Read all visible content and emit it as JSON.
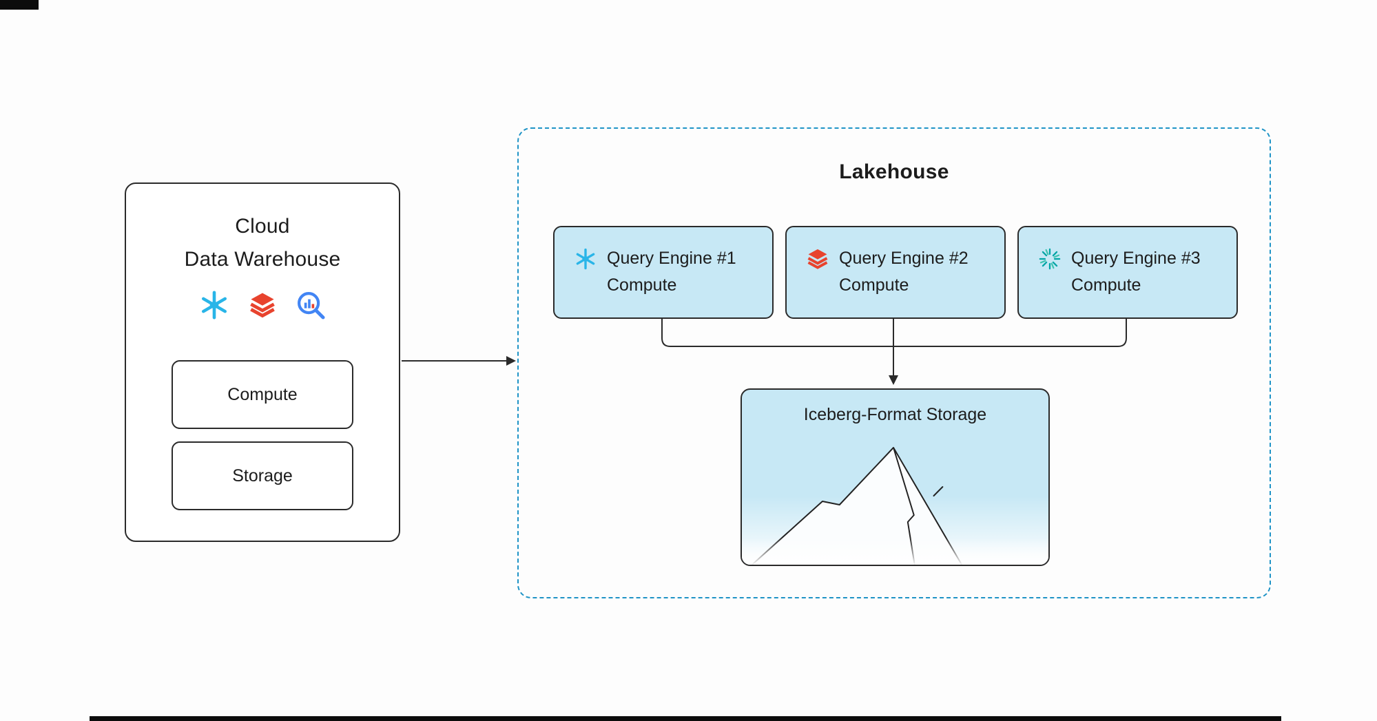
{
  "page": {
    "background": "#fdfdfd"
  },
  "warehouse": {
    "title_line1": "Cloud",
    "title_line2": "Data Warehouse",
    "compute_label": "Compute",
    "storage_label": "Storage",
    "icons": [
      "snowflake-icon",
      "databricks-icon",
      "query-magnifier-icon"
    ]
  },
  "lakehouse": {
    "title": "Lakehouse",
    "engines": [
      {
        "label": "Query Engine #1",
        "sublabel": "Compute",
        "icon": "snowflake-icon"
      },
      {
        "label": "Query Engine #2",
        "sublabel": "Compute",
        "icon": "databricks-icon"
      },
      {
        "label": "Query Engine #3",
        "sublabel": "Compute",
        "icon": "starburst-icon"
      }
    ],
    "storage_title": "Iceberg-Format Storage"
  },
  "colors": {
    "engine_box_fill": "#c7e8f5",
    "lakehouse_dashed_border": "#1e93c6",
    "outline": "#2a2a2a",
    "snowflake_icon": "#29b5e8",
    "databricks_icon": "#ff3621",
    "query_magnifier_icon": "#4285f4",
    "starburst_icon": "#00a4a6"
  }
}
